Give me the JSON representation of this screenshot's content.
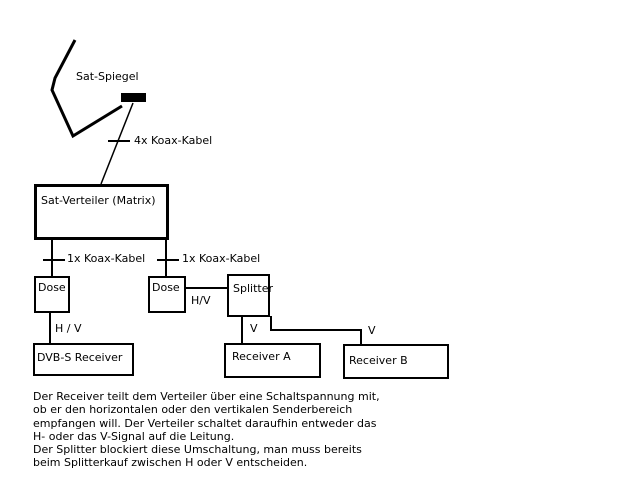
{
  "labels": {
    "dish": "Sat-Spiegel",
    "cable_4x": "4x Koax-Kabel",
    "cable_1x_left": "1x Koax-Kabel",
    "cable_1x_right": "1x Koax-Kabel",
    "hv_left": "H / V",
    "hv_right": "H/V",
    "v_a": "V",
    "v_b": "V"
  },
  "boxes": {
    "matrix": "Sat-Verteiler (Matrix)",
    "dose_left": "Dose",
    "dose_right": "Dose",
    "splitter": "Splitter",
    "dvbs": "DVB-S Receiver",
    "receiver_a": "Receiver A",
    "receiver_b": "Receiver B"
  },
  "note": [
    "Der Receiver teilt dem Verteiler über eine Schaltspannung mit,",
    "ob er den horizontalen oder den vertikalen Senderbereich",
    "empfangen will. Der Verteiler schaltet daraufhin entweder das",
    "H- oder das V-Signal auf die Leitung.",
    "Der Splitter blockiert diese Umschaltung, man muss bereits",
    "beim Splitterkauf zwischen H oder V entscheiden."
  ]
}
